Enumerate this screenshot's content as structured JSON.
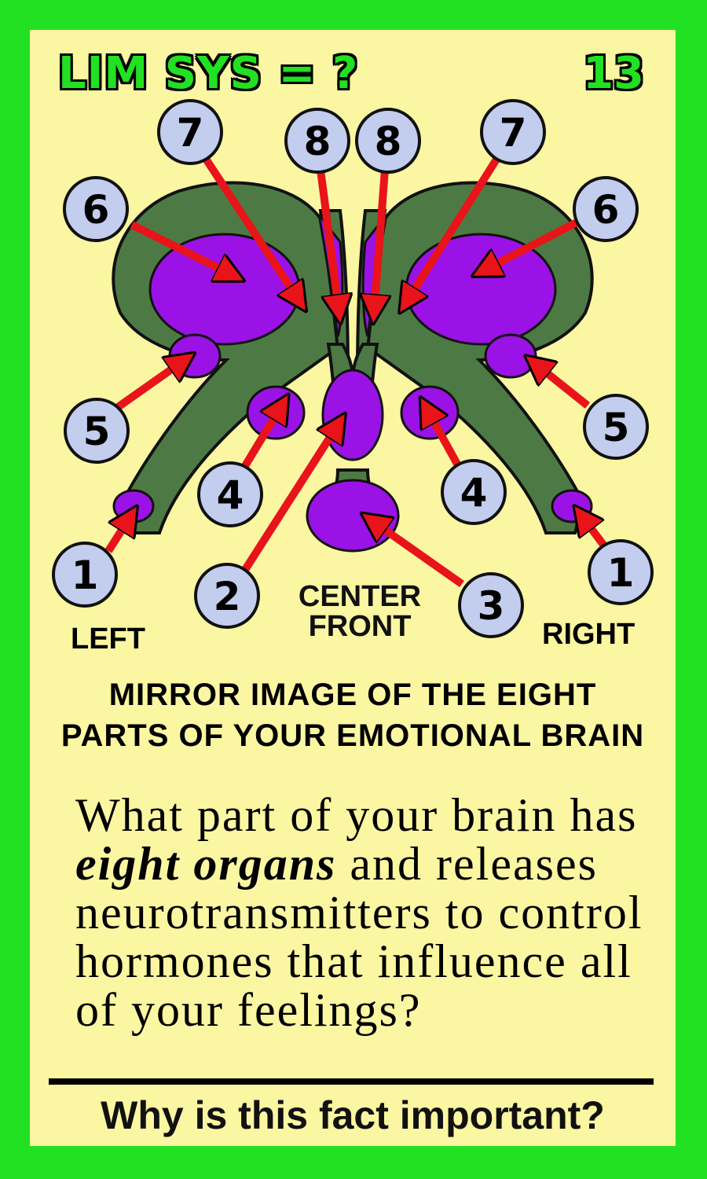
{
  "title": "LIM SYS = ?",
  "card_number": "13",
  "labels": {
    "left": "LEFT",
    "right": "RIGHT",
    "center_line1": "CENTER",
    "center_line2": "FRONT"
  },
  "markers": [
    "1",
    "2",
    "3",
    "4",
    "5",
    "6",
    "7",
    "8"
  ],
  "caption": {
    "line1": "MIRROR IMAGE OF THE EIGHT",
    "line2": "PARTS OF YOUR EMOTIONAL BRAIN"
  },
  "question": {
    "part1": "What part of your brain has",
    "emphasis": "eight organs",
    "part2": "and releases neurotransmitters to control hormones that influence all of your feelings?"
  },
  "prompt": "Why is this fact important?",
  "colors": {
    "border": "#22e022",
    "card": "#fbf6a1",
    "organ": "#9b12e6",
    "tissue": "#4d7a44",
    "arrow": "#e8141a",
    "marker": "#c3cdee"
  }
}
